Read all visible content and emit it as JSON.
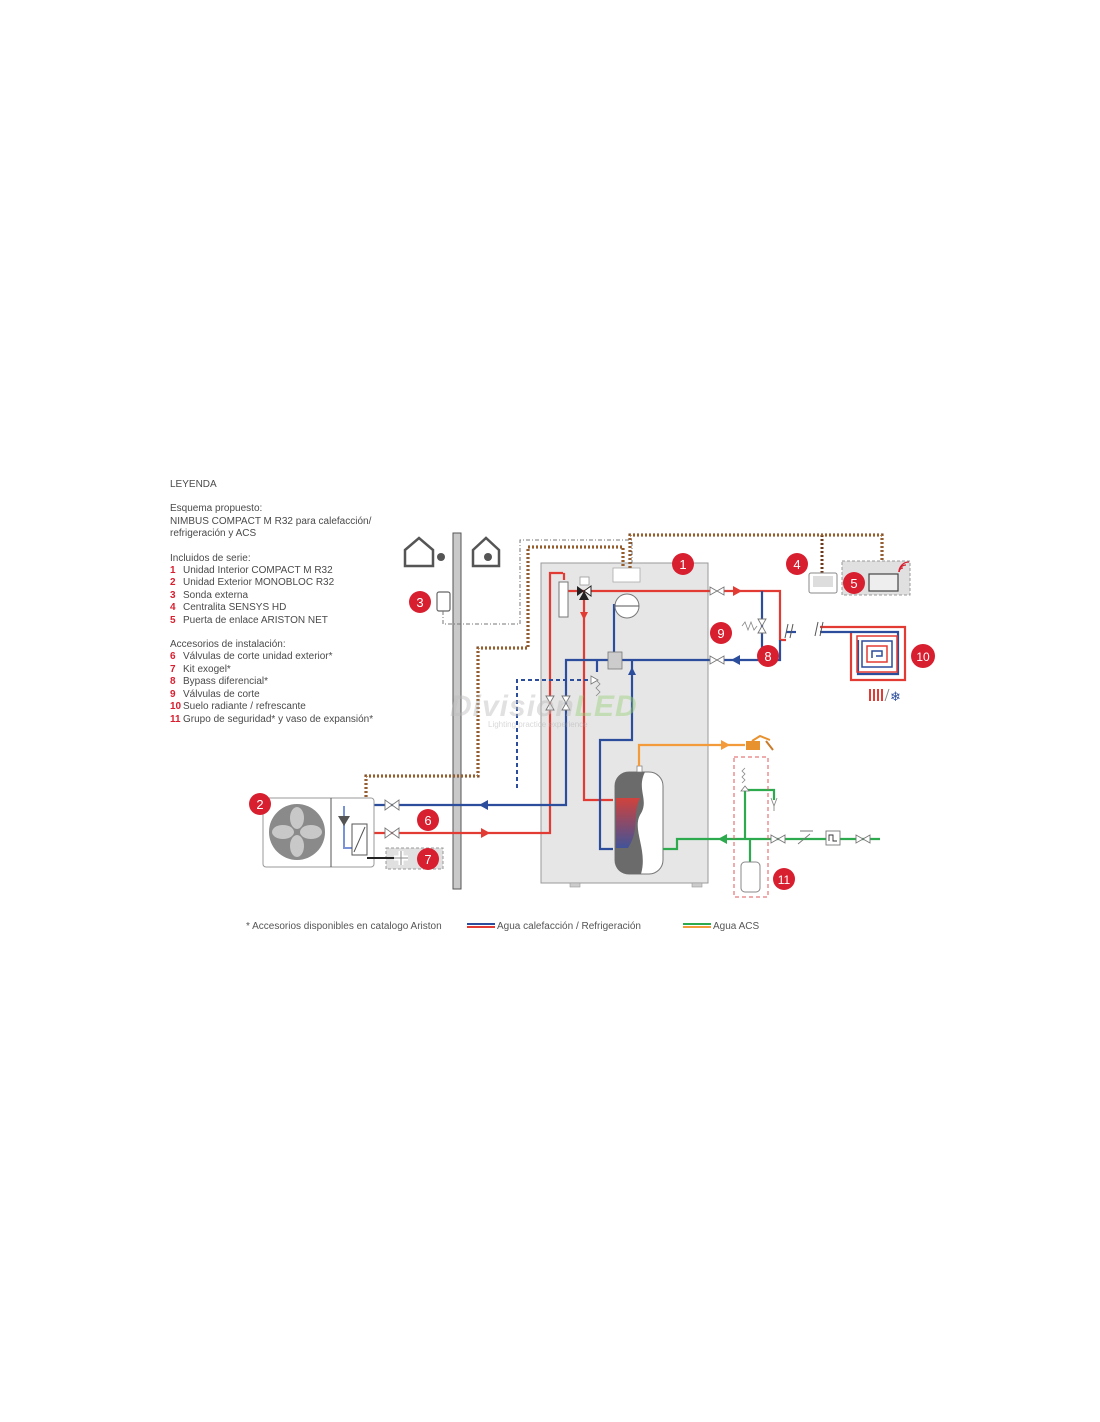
{
  "legend": {
    "title": "LEYENDA",
    "scheme_heading": "Esquema propuesto:",
    "scheme_line1": "NIMBUS COMPACT M R32 para calefacción/",
    "scheme_line2": "refrigeración y ACS",
    "included_heading": "Incluidos de serie:",
    "included": [
      {
        "num": "1",
        "label": "Unidad Interior COMPACT M R32"
      },
      {
        "num": "2",
        "label": "Unidad Exterior MONOBLOC R32"
      },
      {
        "num": "3",
        "label": "Sonda externa"
      },
      {
        "num": "4",
        "label": "Centralita SENSYS HD"
      },
      {
        "num": "5",
        "label": "Puerta de enlace ARISTON NET"
      }
    ],
    "accessories_heading": "Accesorios de instalación:",
    "accessories": [
      {
        "num": "6",
        "label": "Válvulas de corte unidad exterior*"
      },
      {
        "num": "7",
        "label": "Kit exogel*"
      },
      {
        "num": "8",
        "label": "Bypass diferencial*"
      },
      {
        "num": "9",
        "label": "Válvulas de corte"
      },
      {
        "num": "10",
        "label": "Suelo radiante / refrescante"
      },
      {
        "num": "11",
        "label": "Grupo de seguridad* y vaso de expansión*"
      }
    ]
  },
  "badges": [
    "1",
    "2",
    "3",
    "4",
    "5",
    "6",
    "7",
    "8",
    "9",
    "10",
    "11"
  ],
  "footer": {
    "note": "* Accesorios disponibles en catalogo Ariston",
    "heating_label": "Agua calefacción / Refrigeración",
    "acs_label": "Agua ACS"
  },
  "watermark": {
    "brand_a": "Division",
    "brand_b": "LED",
    "tagline": "Lighting practice experience"
  },
  "colors": {
    "hot": "#e23b34",
    "cold": "#2b4d9c",
    "acs": "#f39a3a",
    "cold_water": "#2eaa4e",
    "badge": "#d81f2f",
    "unit_bg": "#e6e6e6",
    "cable": "#6b3a1a"
  }
}
